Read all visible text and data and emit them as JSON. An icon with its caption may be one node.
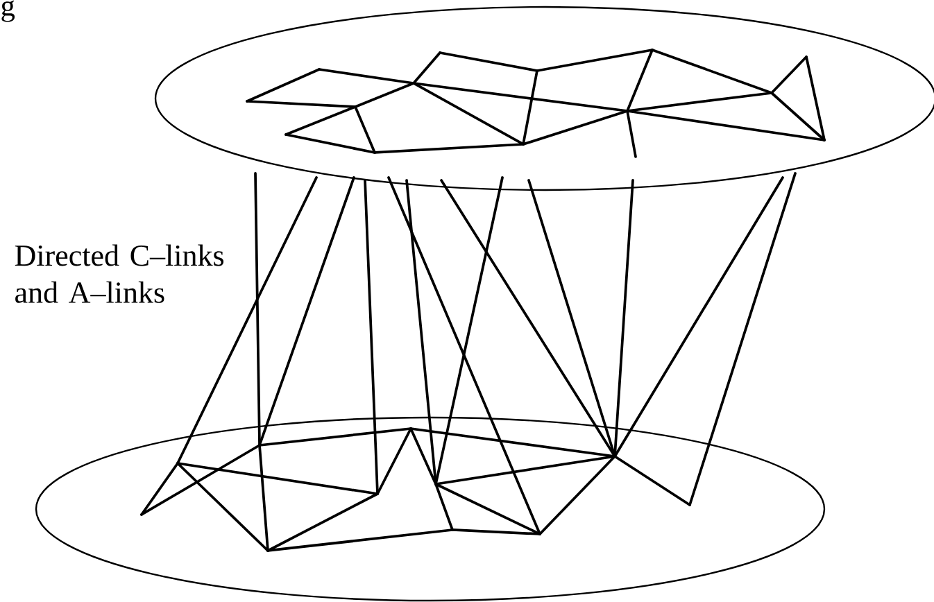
{
  "diagram": {
    "nodes": [
      {
        "text": [],
        "shape": "ellipse"
      },
      {
        "text": [],
        "shape": "ellipse"
      }
    ],
    "labels": [
      "g",
      "Directed C–links and A–links"
    ]
  }
}
